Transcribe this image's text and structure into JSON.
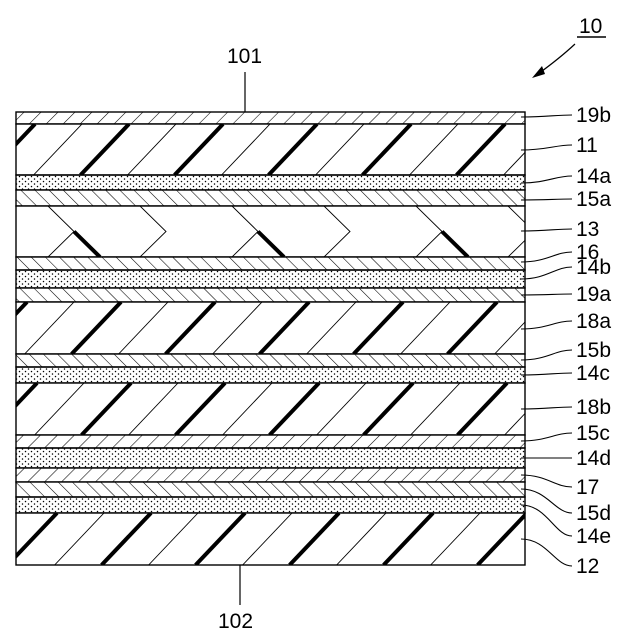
{
  "figure": {
    "ref_numeral": "10",
    "top_surface": "101",
    "bottom_surface": "102"
  },
  "layers": [
    {
      "id": "19b",
      "pattern": "hatch-dense"
    },
    {
      "id": "11",
      "pattern": "hatch-thick"
    },
    {
      "id": "14a",
      "pattern": "dots"
    },
    {
      "id": "15a",
      "pattern": "hatch-dense"
    },
    {
      "id": "13",
      "pattern": "chevron"
    },
    {
      "id": "16",
      "pattern": "hatch-dense"
    },
    {
      "id": "14b",
      "pattern": "dots"
    },
    {
      "id": "19a",
      "pattern": "hatch-dense"
    },
    {
      "id": "18a",
      "pattern": "hatch-thick"
    },
    {
      "id": "15b",
      "pattern": "hatch-dense"
    },
    {
      "id": "14c",
      "pattern": "dots"
    },
    {
      "id": "18b",
      "pattern": "hatch-thick"
    },
    {
      "id": "15c",
      "pattern": "hatch-dense"
    },
    {
      "id": "14d",
      "pattern": "dots"
    },
    {
      "id": "17",
      "pattern": "hatch-dense"
    },
    {
      "id": "15d",
      "pattern": "hatch-dense"
    },
    {
      "id": "14e",
      "pattern": "dots"
    },
    {
      "id": "12",
      "pattern": "hatch-thick"
    }
  ]
}
